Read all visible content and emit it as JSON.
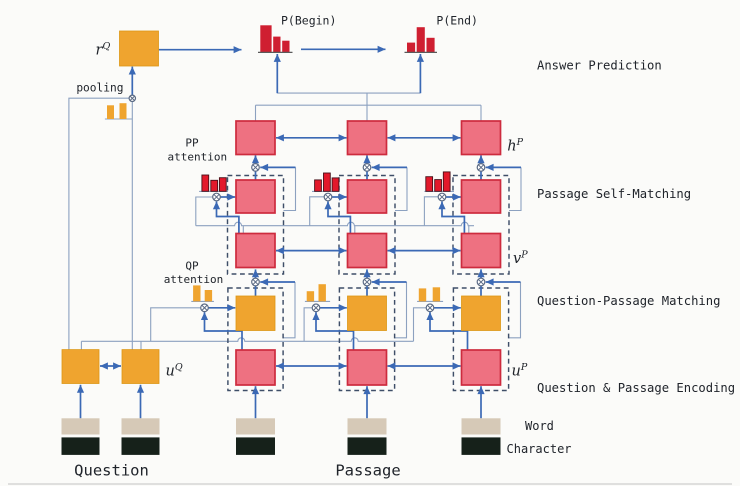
{
  "palette": {
    "background": "#fbfbf9",
    "arrow_blue": "#3b69b5",
    "thin_line": "#8ca1c0",
    "dashed_border": "#3e4e68",
    "red_box_fill": "#ee7181",
    "red_box_border": "#cd2b3e",
    "orange_box": "#efa42f",
    "orange_box_border": "#dd9715",
    "word_box": "#d6c9b7",
    "char_box": "#16211a",
    "hist_red_fill": "#e3192b",
    "hist_red_border": "#471019",
    "hist_crimson": "#cf1f31",
    "text_ink": "#20242b",
    "gate_stroke": "#5c6b84",
    "baseline_gray": "#5a5a5a",
    "frame_edge": "#d5d5d3"
  },
  "labels": {
    "pooling": "pooling",
    "p_begin": "P(Begin)",
    "p_end": "P(End)",
    "pp_attention_line1": "PP",
    "pp_attention_line2": "attention",
    "qp_attention_line1": "QP",
    "qp_attention_line2": "attention",
    "answer_prediction": "Answer Prediction",
    "passage_self_matching": "Passage Self-Matching",
    "question_passage_matching": "Question-Passage Matching",
    "question_passage_encoding": "Question & Passage Encoding",
    "word": "Word",
    "character": "Character",
    "question": "Question",
    "passage": "Passage"
  },
  "math_labels": {
    "r_q": {
      "base": "r",
      "sup": "Q"
    },
    "u_q": {
      "base": "u",
      "sup": "Q"
    },
    "u_p": {
      "base": "u",
      "sup": "P"
    },
    "v_p": {
      "base": "v",
      "sup": "P"
    },
    "h_p": {
      "base": "h",
      "sup": "P"
    }
  },
  "histograms": {
    "pooling": {
      "bars": [
        13.7,
        15.8
      ]
    },
    "p_begin": {
      "bars": [
        26.7,
        15.4,
        11.3
      ]
    },
    "p_end": {
      "bars": [
        9.4,
        24.8,
        14.2
      ]
    },
    "qp_attention": [
      {
        "bars": [
          16.0,
          11.4
        ]
      },
      {
        "bars": [
          10.2,
          17.2
        ]
      },
      {
        "bars": [
          13.0,
          14.1
        ]
      }
    ],
    "self_attention": [
      {
        "bars": [
          16.3,
          11.0,
          13.6
        ]
      },
      {
        "bars": [
          11.4,
          18.3,
          13.4
        ]
      },
      {
        "bars": [
          14.6,
          11.7,
          19.4
        ]
      }
    ]
  }
}
